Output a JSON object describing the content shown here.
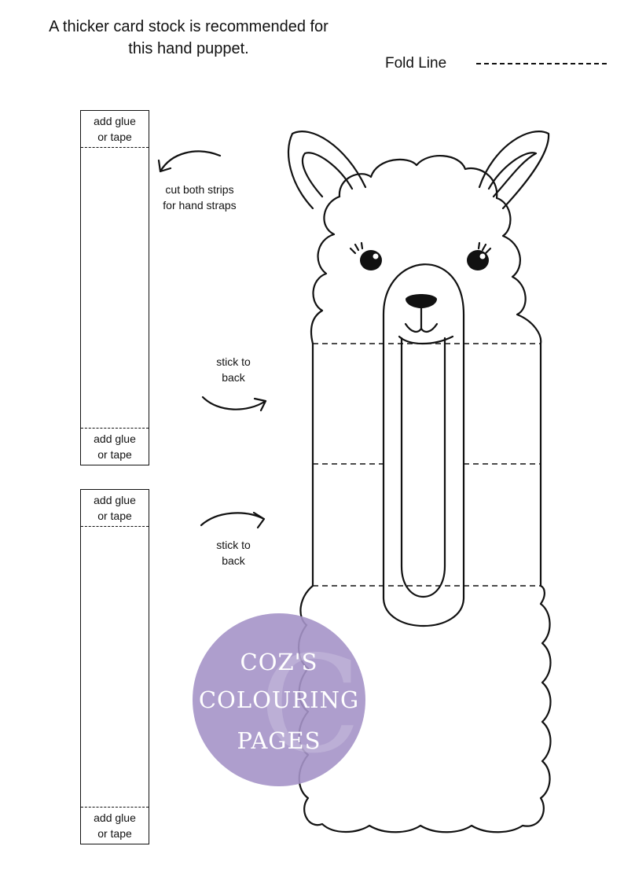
{
  "instruction": {
    "line1": "A thicker card stock is recommended for",
    "line2": "this hand puppet."
  },
  "fold_legend": {
    "label": "Fold Line"
  },
  "strips": [
    {
      "top_glue": [
        "add glue",
        "or tape"
      ],
      "bottom_glue": [
        "add glue",
        "or tape"
      ]
    },
    {
      "top_glue": [
        "add glue",
        "or tape"
      ],
      "bottom_glue": [
        "add glue",
        "or tape"
      ]
    }
  ],
  "annotations": {
    "cut": [
      "cut both strips",
      "for hand straps"
    ],
    "stick_1": [
      "stick to",
      "back"
    ],
    "stick_2": [
      "stick to",
      "back"
    ]
  },
  "watermark": {
    "lines": [
      "COZ'S",
      "COLOURING",
      "PAGES"
    ],
    "monogram": "C",
    "color": "#a594c8"
  },
  "icons": [
    "curved-arrow-left-icon",
    "curved-arrow-right-icon",
    "llama-puppet-outline"
  ]
}
